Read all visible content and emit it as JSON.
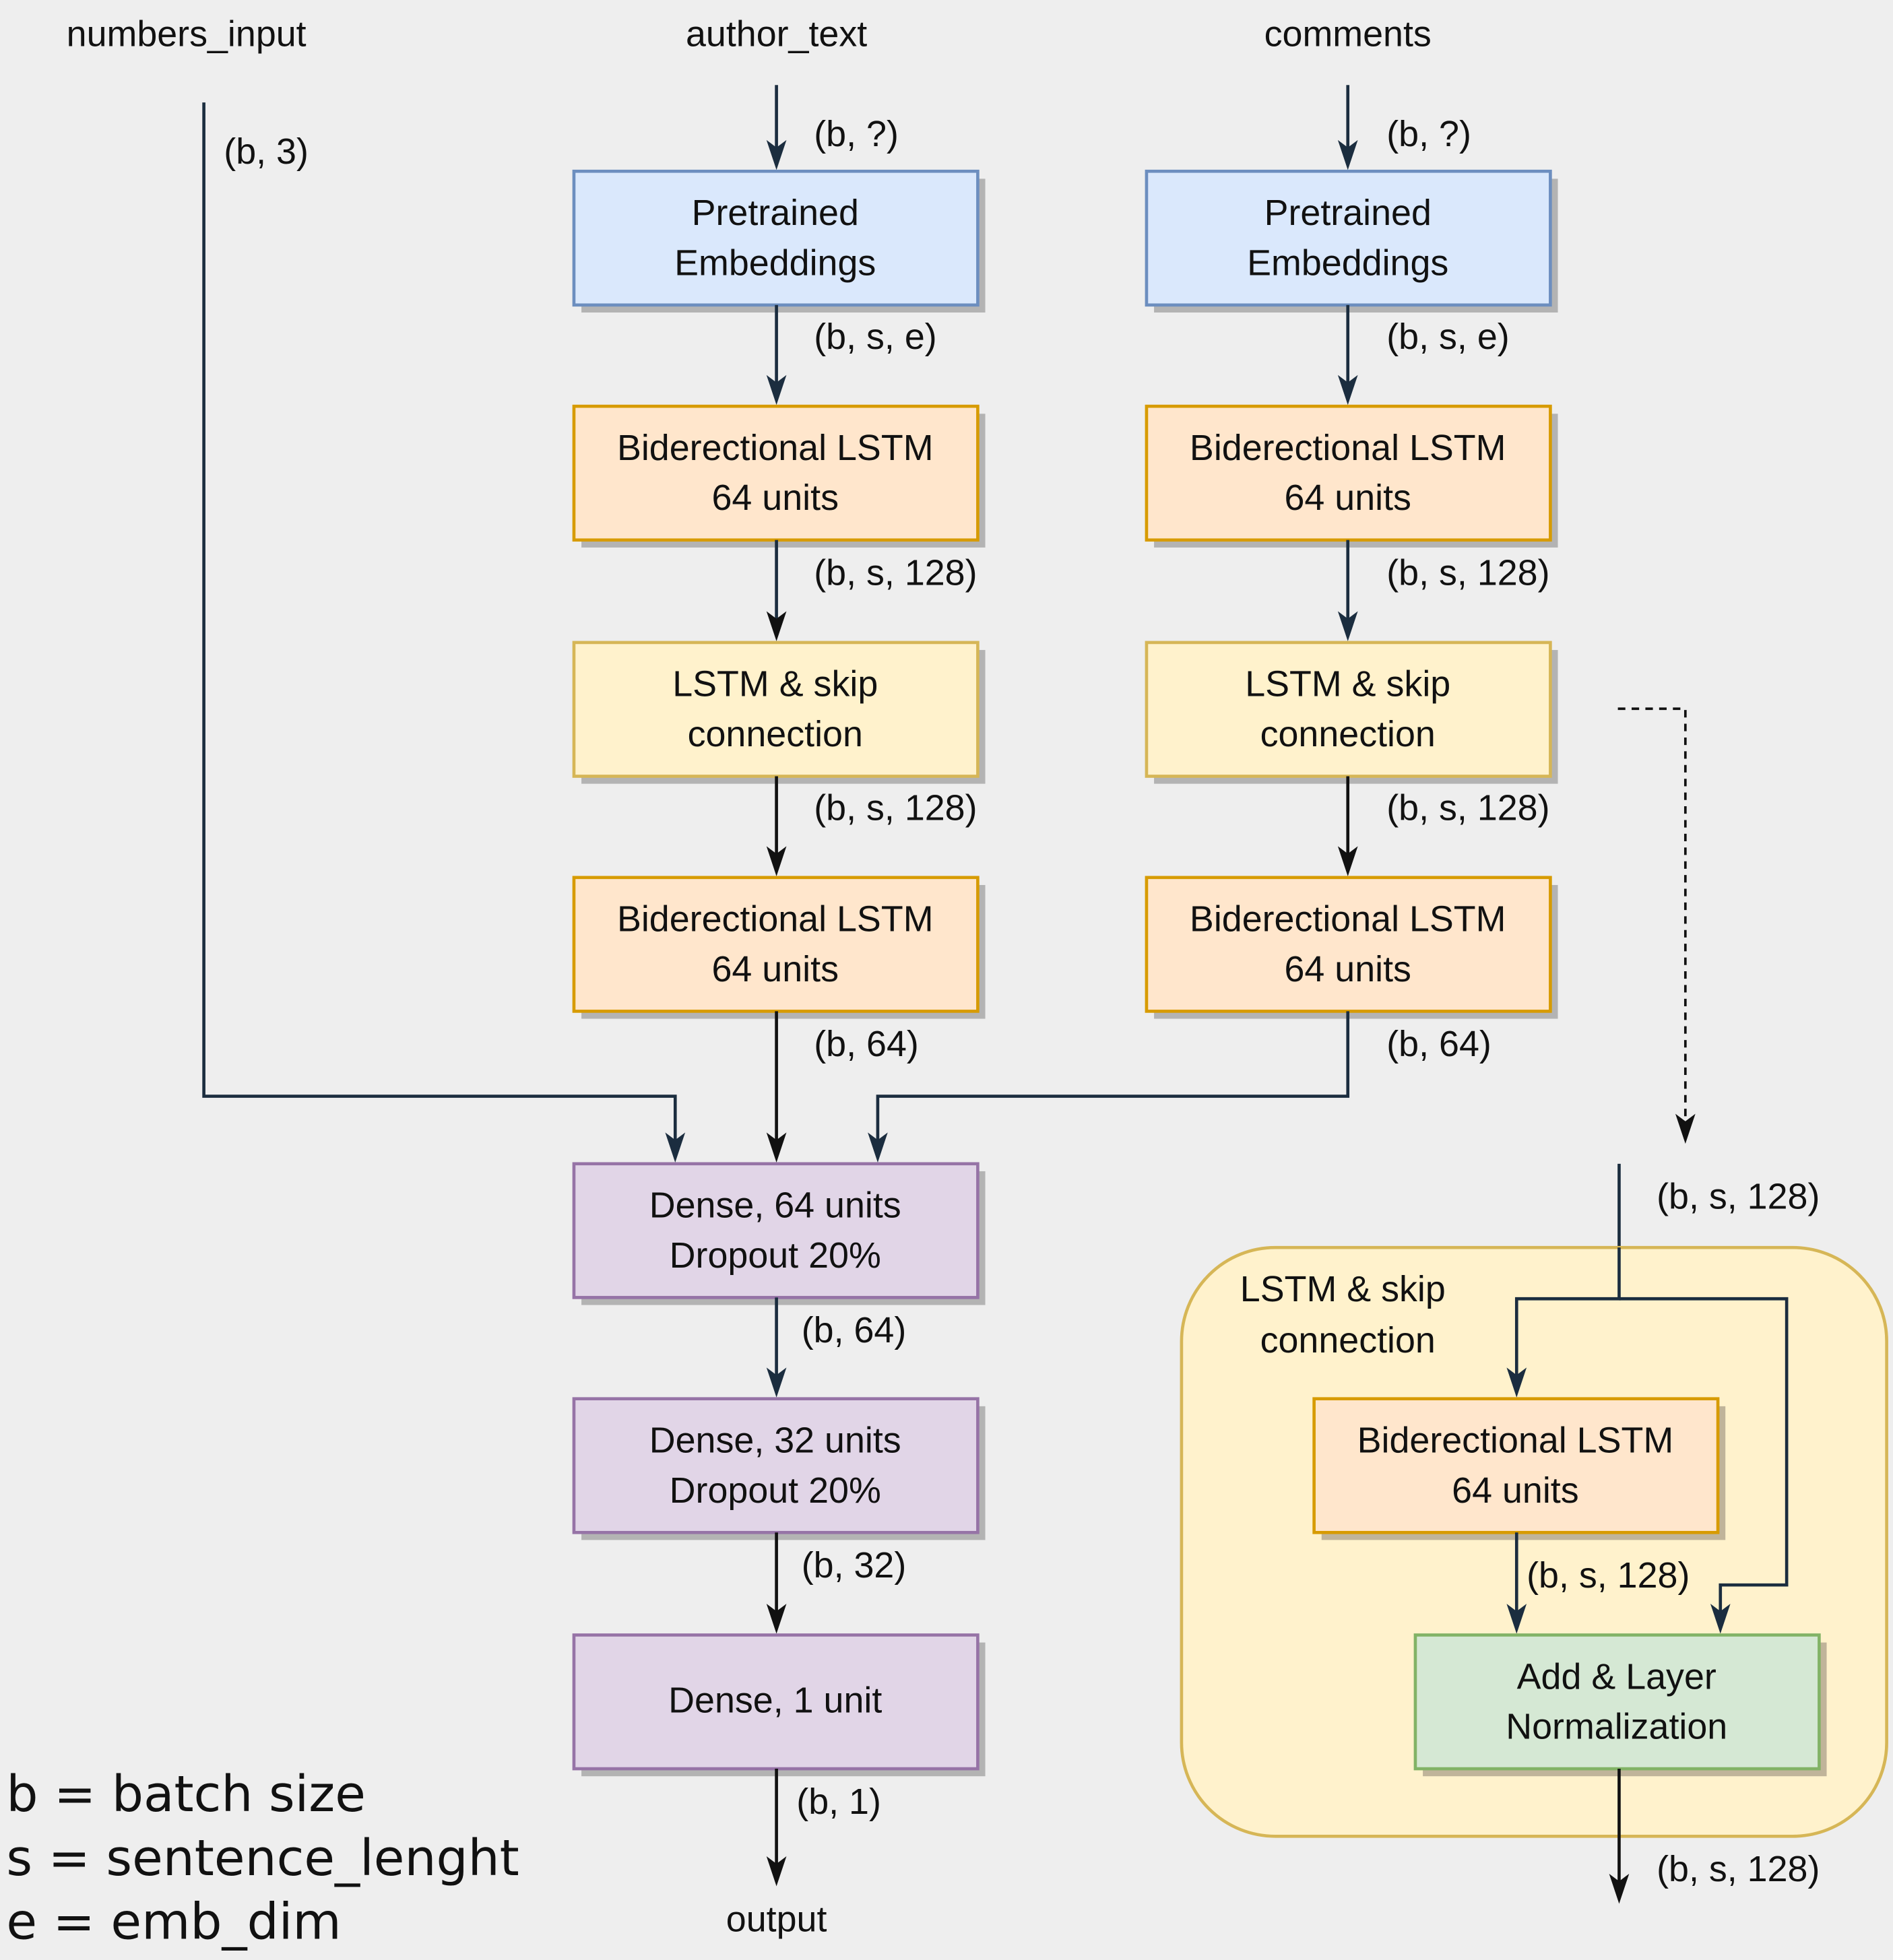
{
  "inputs": {
    "numbers": "numbers_input",
    "author": "author_text",
    "comments": "comments"
  },
  "colors": {
    "background": "#eeeeee",
    "embedding_fill": "#dae8fc",
    "embedding_stroke": "#6c8ebf",
    "bilstm_fill": "#ffe6cc",
    "bilstm_stroke": "#d79b00",
    "skip_fill": "#fff2cc",
    "skip_stroke": "#d6b656",
    "dense_fill": "#e1d5e7",
    "dense_stroke": "#9673a6",
    "addnorm_fill": "#d5e8d4",
    "addnorm_stroke": "#82b366",
    "edge": "#1b2d3f",
    "shadow": "#b3b3b3"
  },
  "author_branch": {
    "emb": [
      "Pretrained",
      "Embeddings"
    ],
    "bilstm1": [
      "Biderectional LSTM",
      "64 units"
    ],
    "skip": [
      "LSTM & skip",
      "connection"
    ],
    "bilstm2": [
      "Biderectional LSTM",
      "64 units"
    ],
    "shapes": [
      "(b, ?)",
      "(b, s, e)",
      "(b, s, 128)",
      "(b, s, 128)",
      "(b, 64)"
    ]
  },
  "comments_branch": {
    "emb": [
      "Pretrained",
      "Embeddings"
    ],
    "bilstm1": [
      "Biderectional LSTM",
      "64 units"
    ],
    "skip": [
      "LSTM & skip",
      "connection"
    ],
    "bilstm2": [
      "Biderectional LSTM",
      "64 units"
    ],
    "shapes": [
      "(b, ?)",
      "(b, s, e)",
      "(b, s, 128)",
      "(b, s, 128)",
      "(b, 64)"
    ]
  },
  "numbers_shape": "(b, 3)",
  "head": {
    "dense1": [
      "Dense, 64 units",
      "Dropout 20%"
    ],
    "dense2": [
      "Dense, 32 units",
      "Dropout 20%"
    ],
    "dense3": "Dense, 1 unit",
    "shapes": [
      "(b, 64)",
      "(b, 32)",
      "(b, 1)"
    ],
    "output": "output"
  },
  "detail": {
    "title": [
      "LSTM & skip",
      "connection"
    ],
    "input_shape": "(b, s, 128)",
    "bilstm": [
      "Biderectional LSTM",
      "64 units"
    ],
    "inner_shape": "(b, s, 128)",
    "addnorm": [
      "Add & Layer",
      "Normalization"
    ],
    "output_shape": "(b, s, 128)"
  },
  "legend": [
    "b = batch size",
    "s = sentence_lenght",
    "e = emb_dim"
  ]
}
